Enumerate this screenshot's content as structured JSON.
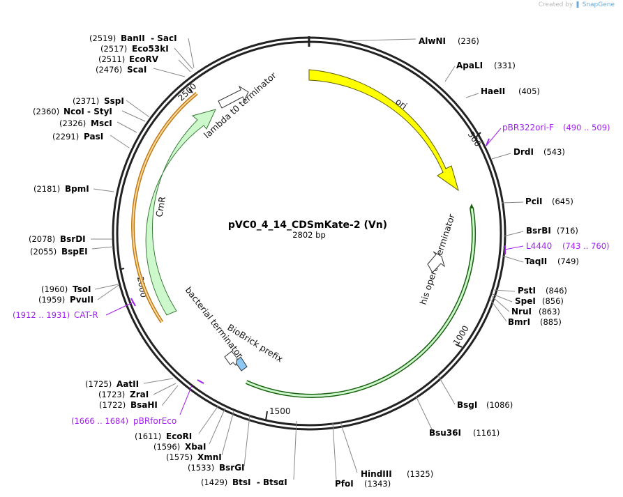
{
  "credit": {
    "prefix": "Created by",
    "brand": "SnapGene"
  },
  "plasmid": {
    "name": "pVC0_4_14_CDSmKate-2 (Vn)",
    "length_label": "2802 bp"
  },
  "ticks": [
    "500",
    "1000",
    "1500",
    "2000",
    "2500"
  ],
  "features": [
    {
      "name": "ori",
      "color": "#ffff00"
    },
    {
      "name": "his operon terminator",
      "color": "#7ab648"
    },
    {
      "name": "BioBrick prefix",
      "color": "#8ec7f2"
    },
    {
      "name": "bacterial terminator",
      "color": "#ffffff"
    },
    {
      "name": "CmR",
      "color": "#ccf8cc"
    },
    {
      "name": "lambda t0 terminator",
      "color": "#ffffff"
    },
    {
      "name": "CAT-R",
      "color": "#f5b54a"
    }
  ],
  "primers": [
    {
      "name": "pBR322ori-F",
      "pos": "(490 .. 509)"
    },
    {
      "name": "L4440",
      "pos": "(743 .. 760)"
    },
    {
      "name": "CAT-R",
      "pos": "(1912 .. 1931)"
    },
    {
      "name": "pBRforEco",
      "pos": "(1666 .. 1684)"
    }
  ],
  "sites_right": [
    {
      "name": "AlwNI",
      "pos": "(236)"
    },
    {
      "name": "ApaLI",
      "pos": "(331)"
    },
    {
      "name": "HaeII",
      "pos": "(405)"
    },
    {
      "name": "DrdI",
      "pos": "(543)"
    },
    {
      "name": "PciI",
      "pos": "(645)"
    },
    {
      "name": "BsrBI",
      "pos": "(716)"
    },
    {
      "name": "TaqII",
      "pos": "(749)"
    },
    {
      "name": "PstI",
      "pos": "(846)"
    },
    {
      "name": "SpeI",
      "pos": "(856)"
    },
    {
      "name": "NruI",
      "pos": "(863)"
    },
    {
      "name": "BmrI",
      "pos": "(885)"
    },
    {
      "name": "BsgI",
      "pos": "(1086)"
    },
    {
      "name": "Bsu36I",
      "pos": "(1161)"
    },
    {
      "name": "HindIII",
      "pos": "(1325)"
    },
    {
      "name": "PfoI",
      "pos": "(1343)"
    }
  ],
  "sites_left": [
    {
      "name": "BanII  - SacI",
      "pos": "(2519)"
    },
    {
      "name": "Eco53kI",
      "pos": "(2517)"
    },
    {
      "name": "EcoRV",
      "pos": "(2511)"
    },
    {
      "name": "ScaI",
      "pos": "(2476)"
    },
    {
      "name": "SspI",
      "pos": "(2371)"
    },
    {
      "name": "NcoI - StyI",
      "pos": "(2360)"
    },
    {
      "name": "MscI",
      "pos": "(2326)"
    },
    {
      "name": "PasI",
      "pos": "(2291)"
    },
    {
      "name": "BpmI",
      "pos": "(2181)"
    },
    {
      "name": "BsrDI",
      "pos": "(2078)"
    },
    {
      "name": "BspEI",
      "pos": "(2055)"
    },
    {
      "name": "TsoI",
      "pos": "(1960)"
    },
    {
      "name": "PvuII",
      "pos": "(1959)"
    },
    {
      "name": "AatII",
      "pos": "(1725)"
    },
    {
      "name": "ZraI",
      "pos": "(1723)"
    },
    {
      "name": "BsaHI",
      "pos": "(1722)"
    },
    {
      "name": "EcoRI",
      "pos": "(1611)"
    },
    {
      "name": "XbaI",
      "pos": "(1596)"
    },
    {
      "name": "XmnI",
      "pos": "(1575)"
    },
    {
      "name": "BsrGI",
      "pos": "(1533)"
    },
    {
      "name": "BtsI  - BtsαI",
      "pos": "(1429)"
    }
  ]
}
